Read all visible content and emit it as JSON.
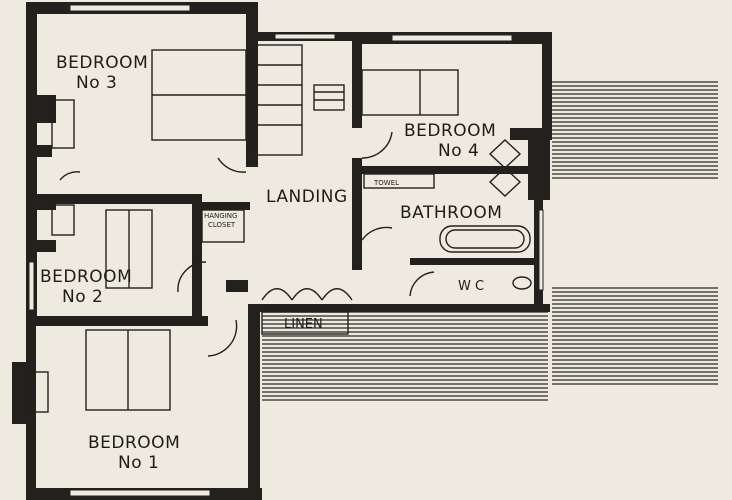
{
  "rooms": {
    "bedroom3": {
      "name": "BEDROOM",
      "number": "No 3"
    },
    "bedroom4": {
      "name": "BEDROOM",
      "number": "No 4"
    },
    "bedroom2": {
      "name": "BEDROOM",
      "number": "No 2"
    },
    "bedroom1": {
      "name": "BEDROOM",
      "number": "No 1"
    },
    "landing": "LANDING",
    "bathroom": "BATHROOM",
    "towel": "TOWEL",
    "wc": "W C",
    "linen": "LINEN",
    "hanging_closet": {
      "line1": "HANGING",
      "line2": "CLOSET"
    }
  },
  "colors": {
    "paper": "#efeae0",
    "ink": "#23211e"
  }
}
